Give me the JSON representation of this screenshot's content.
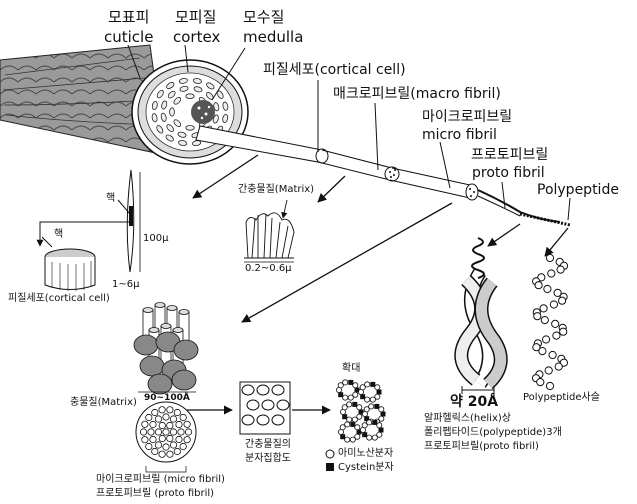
{
  "labels": {
    "cuticle_ko": "모표피",
    "cuticle_en": "cuticle",
    "cortex_ko": "모피질",
    "cortex_en": "cortex",
    "medulla_ko": "모수질",
    "medulla_en": "medulla",
    "cortical_cell": "피질세포(cortical cell)",
    "macro_fibril": "매크로피브릴(macro fibril)",
    "micro_fibril_ko": "마이크로피브릴",
    "micro_fibril_en": "micro fibril",
    "proto_fibril_ko": "프로토피브릴",
    "proto_fibril_en": "proto fibril",
    "polypeptide": "Polypeptide",
    "nucleus1": "핵",
    "nucleus2": "핵",
    "size_100": "100μ",
    "size_1_6": "1~6μ",
    "cortical_cell_small": "피질세포(cortical cell)",
    "matrix1": "간충물질(Matrix)",
    "size_02_06": "0.2~0.6μ",
    "matrix2": "충물질(Matrix)",
    "size_90_100": "90~100Å",
    "micro_fibril_small": "마이크로피브릴 (micro fibril)",
    "proto_fibril_small": "프로토피브릴 (proto fibril)",
    "matrix_density_1": "간충물질의",
    "matrix_density_2": "분자집합도",
    "magnify": "확대",
    "amino_acid": "아미노산분자",
    "cystein": "Cystein분자",
    "size_20A": "약 20Å",
    "polypeptide_chain": "Polypeptide사슬",
    "alpha_helix_1": "알파헬릭스(helix)상",
    "alpha_helix_2": "폴리펩타이드(polypeptide)3개",
    "alpha_helix_3": "프로토피브릴(proto fibril)"
  },
  "legend_symbols": {
    "amino_acid": "○",
    "cystein": "■"
  }
}
